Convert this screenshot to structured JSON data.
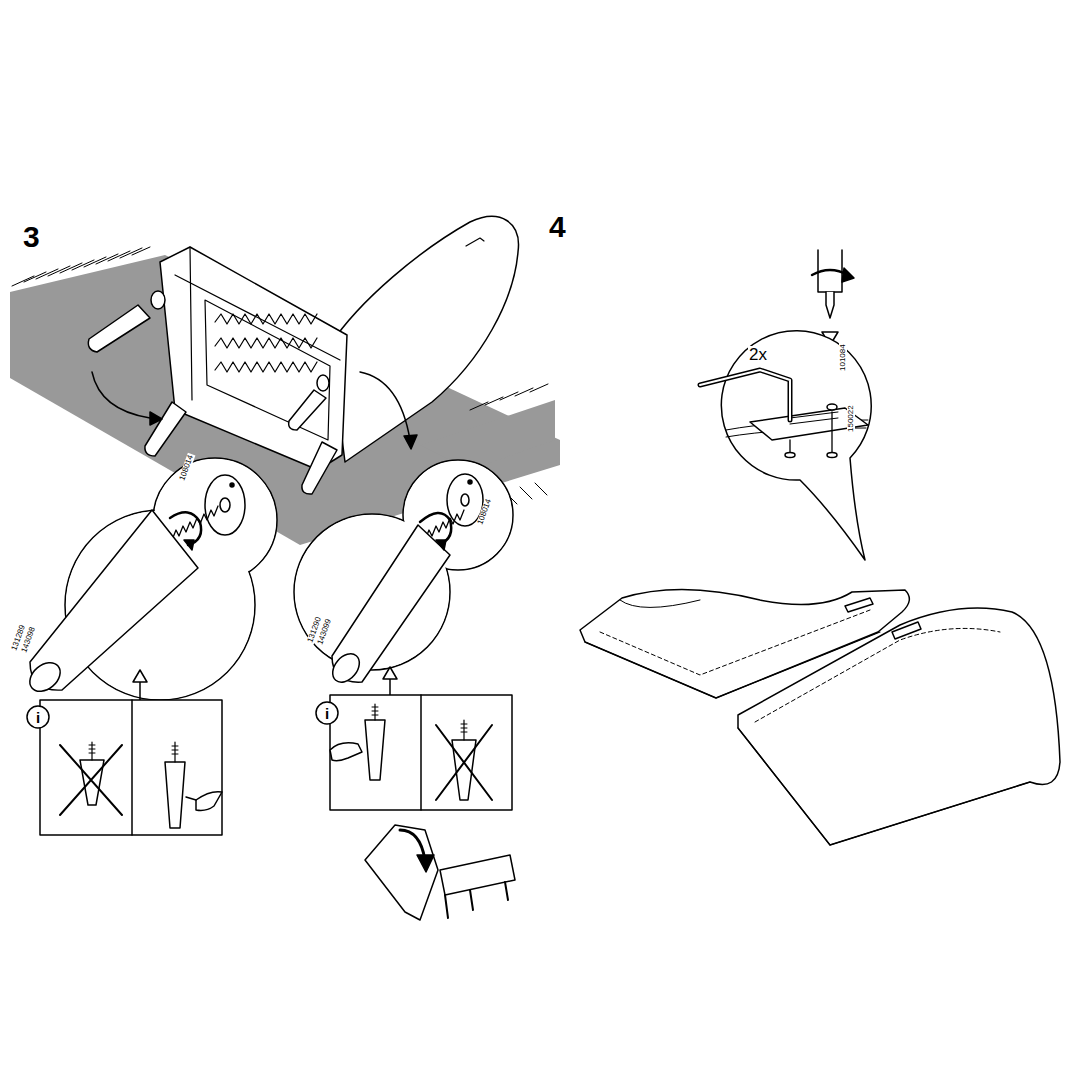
{
  "diagram": {
    "labels": [
      "3",
      "4",
      "108014",
      "131289",
      "143098",
      "131290",
      "143099",
      "108014",
      "i",
      "i",
      "2x",
      "101084",
      "150022"
    ]
  }
}
